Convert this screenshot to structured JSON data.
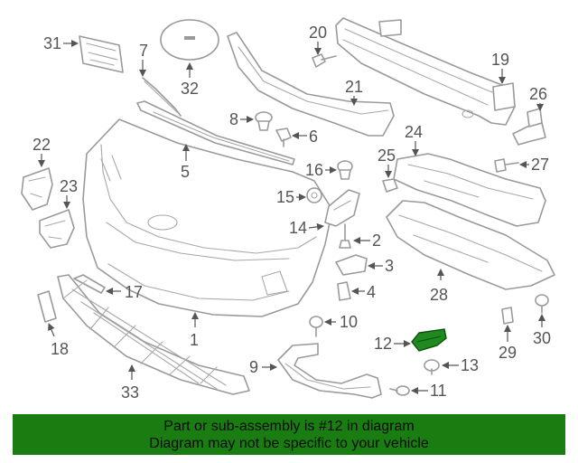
{
  "diagram": {
    "highlighted_part": "12",
    "callouts": [
      "1",
      "2",
      "3",
      "4",
      "5",
      "6",
      "7",
      "8",
      "9",
      "10",
      "11",
      "12",
      "13",
      "14",
      "15",
      "16",
      "17",
      "18",
      "19",
      "20",
      "21",
      "22",
      "23",
      "24",
      "25",
      "26",
      "27",
      "28",
      "29",
      "30",
      "31",
      "32",
      "33"
    ]
  },
  "banner": {
    "line1": "Part or sub-assembly is #12 in diagram",
    "line2": "Diagram may not be specific to your vehicle",
    "background": "#1a7d12"
  },
  "colors": {
    "highlight": "#1f8a1f",
    "line": "#9a9a9a",
    "text": "#555555"
  }
}
